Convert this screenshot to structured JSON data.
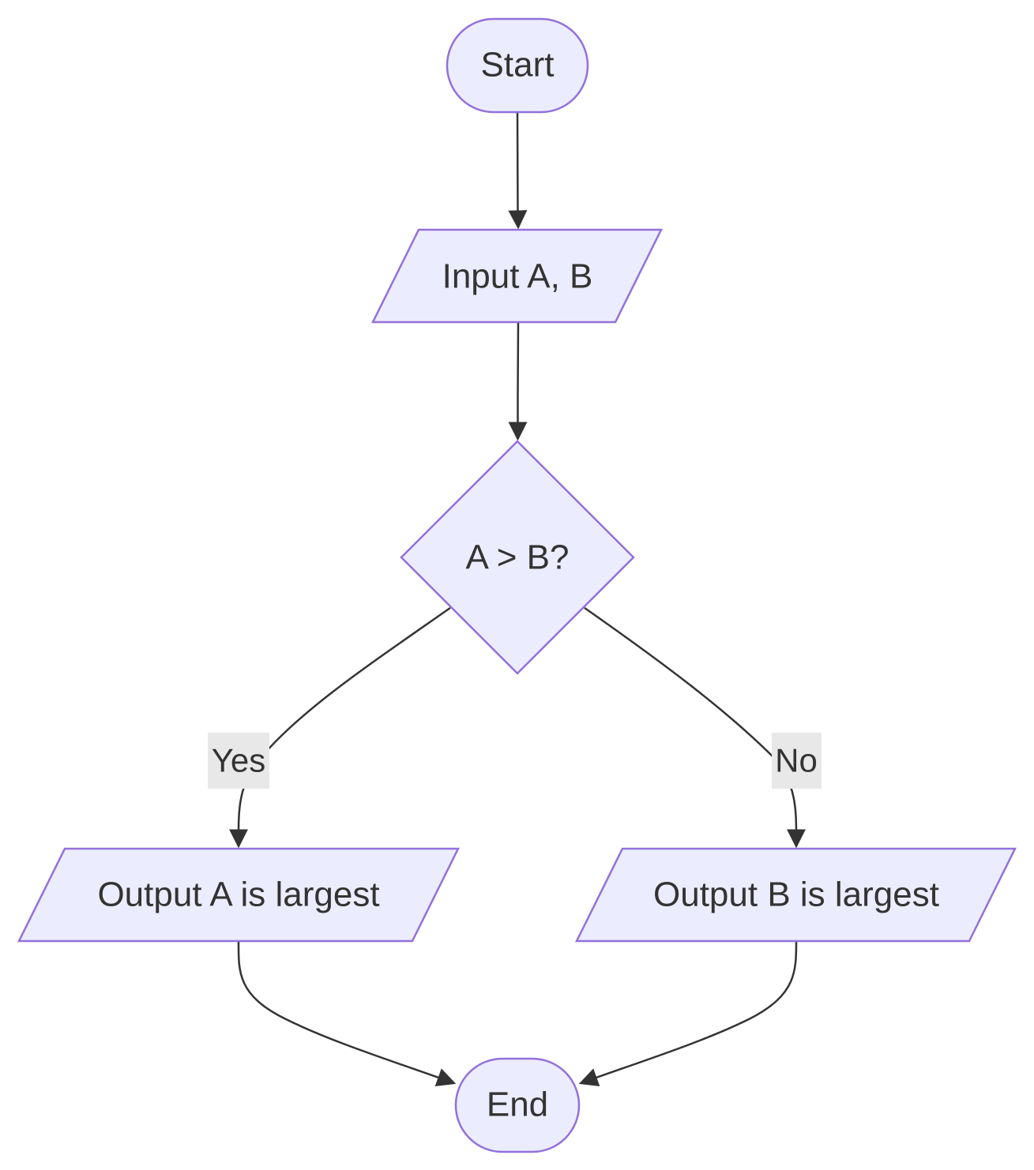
{
  "flowchart": {
    "nodes": {
      "start": {
        "label": "Start",
        "shape": "terminal"
      },
      "input": {
        "label": "Input A, B",
        "shape": "parallelogram"
      },
      "decision": {
        "label": "A > B?",
        "shape": "diamond"
      },
      "output_a": {
        "label": "Output A is largest",
        "shape": "parallelogram"
      },
      "output_b": {
        "label": "Output B is largest",
        "shape": "parallelogram"
      },
      "end": {
        "label": "End",
        "shape": "terminal"
      }
    },
    "edges": [
      {
        "from": "start",
        "to": "input",
        "label": ""
      },
      {
        "from": "input",
        "to": "decision",
        "label": ""
      },
      {
        "from": "decision",
        "to": "output_a",
        "label": "Yes"
      },
      {
        "from": "decision",
        "to": "output_b",
        "label": "No"
      },
      {
        "from": "output_a",
        "to": "end",
        "label": ""
      },
      {
        "from": "output_b",
        "to": "end",
        "label": ""
      }
    ],
    "edge_labels": {
      "yes": "Yes",
      "no": "No"
    }
  },
  "colors": {
    "node_fill": "#ECECFF",
    "node_stroke": "#9370DB",
    "edge": "#333333",
    "label_background": "#E8E8E8",
    "text": "#333333"
  }
}
